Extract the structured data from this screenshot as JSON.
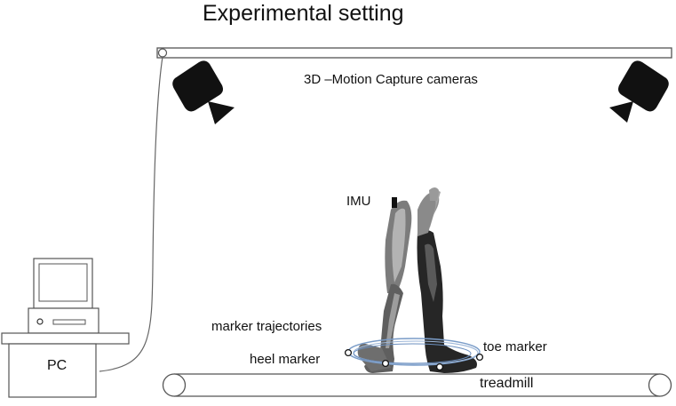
{
  "title": "Experimental setting",
  "labels": {
    "cameras": "3D –Motion Capture cameras",
    "imu": "IMU",
    "marker_trajectories": "marker trajectories",
    "heel_marker": "heel marker",
    "toe_marker": "toe marker",
    "treadmill": "treadmill",
    "pc": "PC"
  },
  "colors": {
    "line": "#555555",
    "camera": "#111111",
    "trajectory": "#7a9cc8",
    "figure_dark": "#2a2a2a",
    "figure_light": "#8a8a8a"
  },
  "icons": [
    "camera-icon",
    "computer-icon",
    "walking-figure-icon",
    "imu-sensor-icon",
    "marker-icon"
  ]
}
